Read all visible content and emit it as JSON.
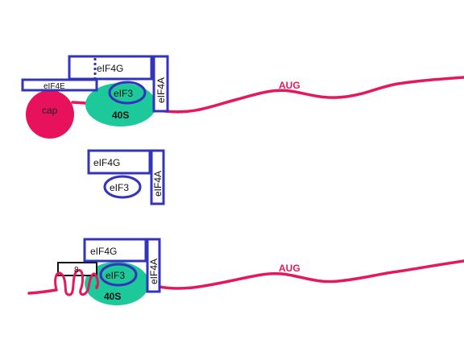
{
  "colors": {
    "mrna": "#e5185b",
    "factor_outline": "#3333bb",
    "ribosome_40s": "#1dc99a",
    "cap": "#e8125c",
    "aug": "#e5185b",
    "background": "#ffffff"
  },
  "panels": [
    {
      "labels": {
        "eif4g": "eIF4G",
        "eif4e": "eIF4E",
        "eif3": "eIF3",
        "eif4a": "eIF4A",
        "ribosome": "40S",
        "cap": "cap",
        "aug": "AUG"
      }
    },
    {
      "labels": {
        "eif4g": "eIF4G",
        "eif3": "eIF3",
        "eif4a": "eIF4A"
      }
    },
    {
      "labels": {
        "eif4g": "eIF4G",
        "eif3": "eIF3",
        "eif4a": "eIF4A",
        "ribosome": "40S",
        "aug": "AUG",
        "box": "8"
      }
    }
  ]
}
